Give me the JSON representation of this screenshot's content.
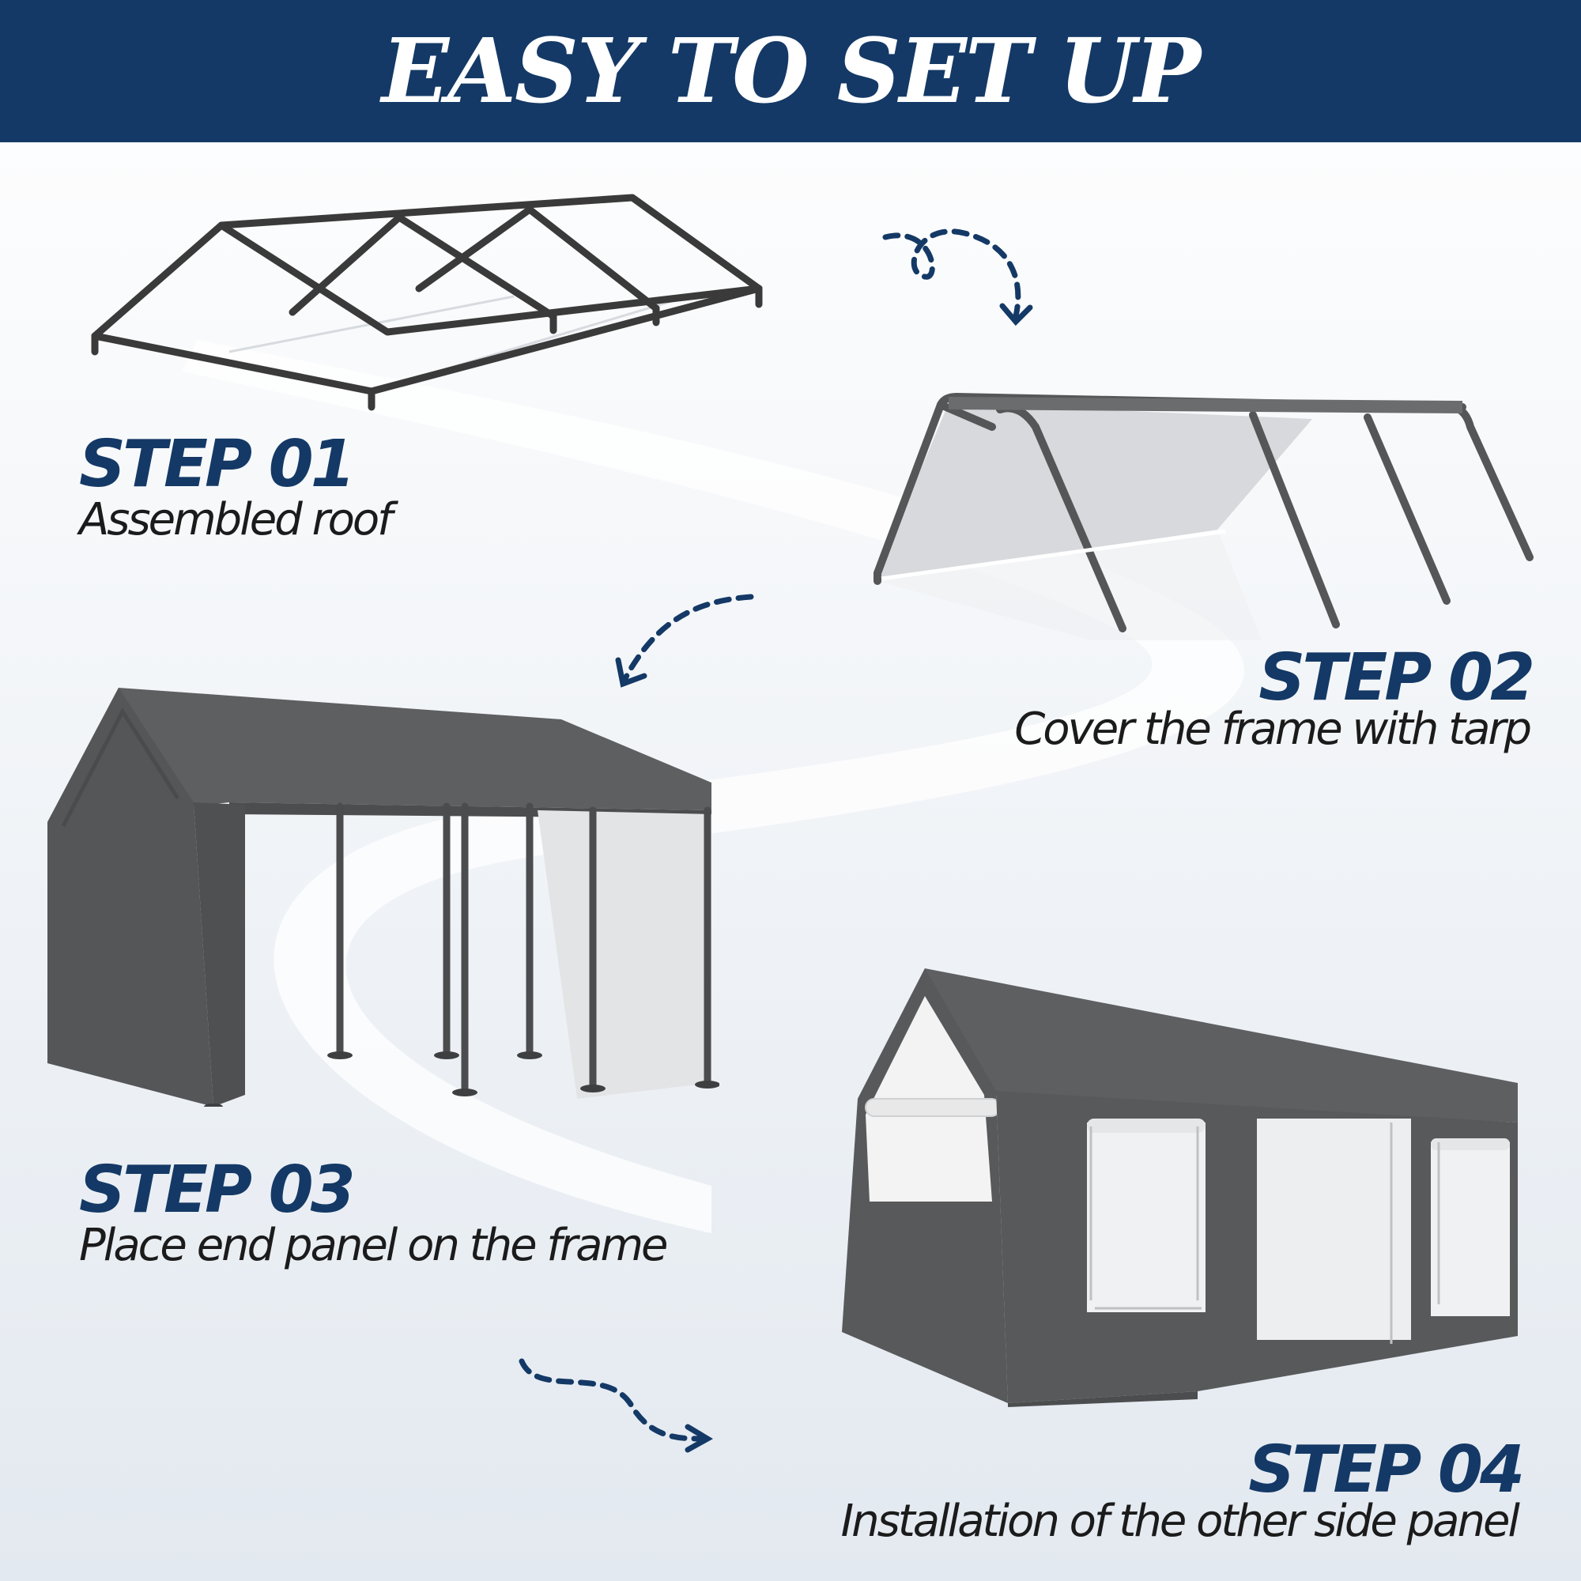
{
  "header": {
    "title": "EASY TO SET UP"
  },
  "colors": {
    "banner": "#143966",
    "accent": "#143966",
    "canopy": "#595a5c",
    "frame": "#3a3a3a"
  },
  "steps": [
    {
      "title": "STEP 01",
      "description": "Assembled roof",
      "illustration": "roof-frame-icon"
    },
    {
      "title": "STEP 02",
      "description": "Cover the frame with tarp",
      "illustration": "tarp-covered-frame-icon"
    },
    {
      "title": "STEP 03",
      "description": "Place end panel on the frame",
      "illustration": "end-panel-canopy-icon"
    },
    {
      "title": "STEP 04",
      "description": "Installation of the other side panel",
      "illustration": "full-canopy-tent-icon"
    }
  ]
}
